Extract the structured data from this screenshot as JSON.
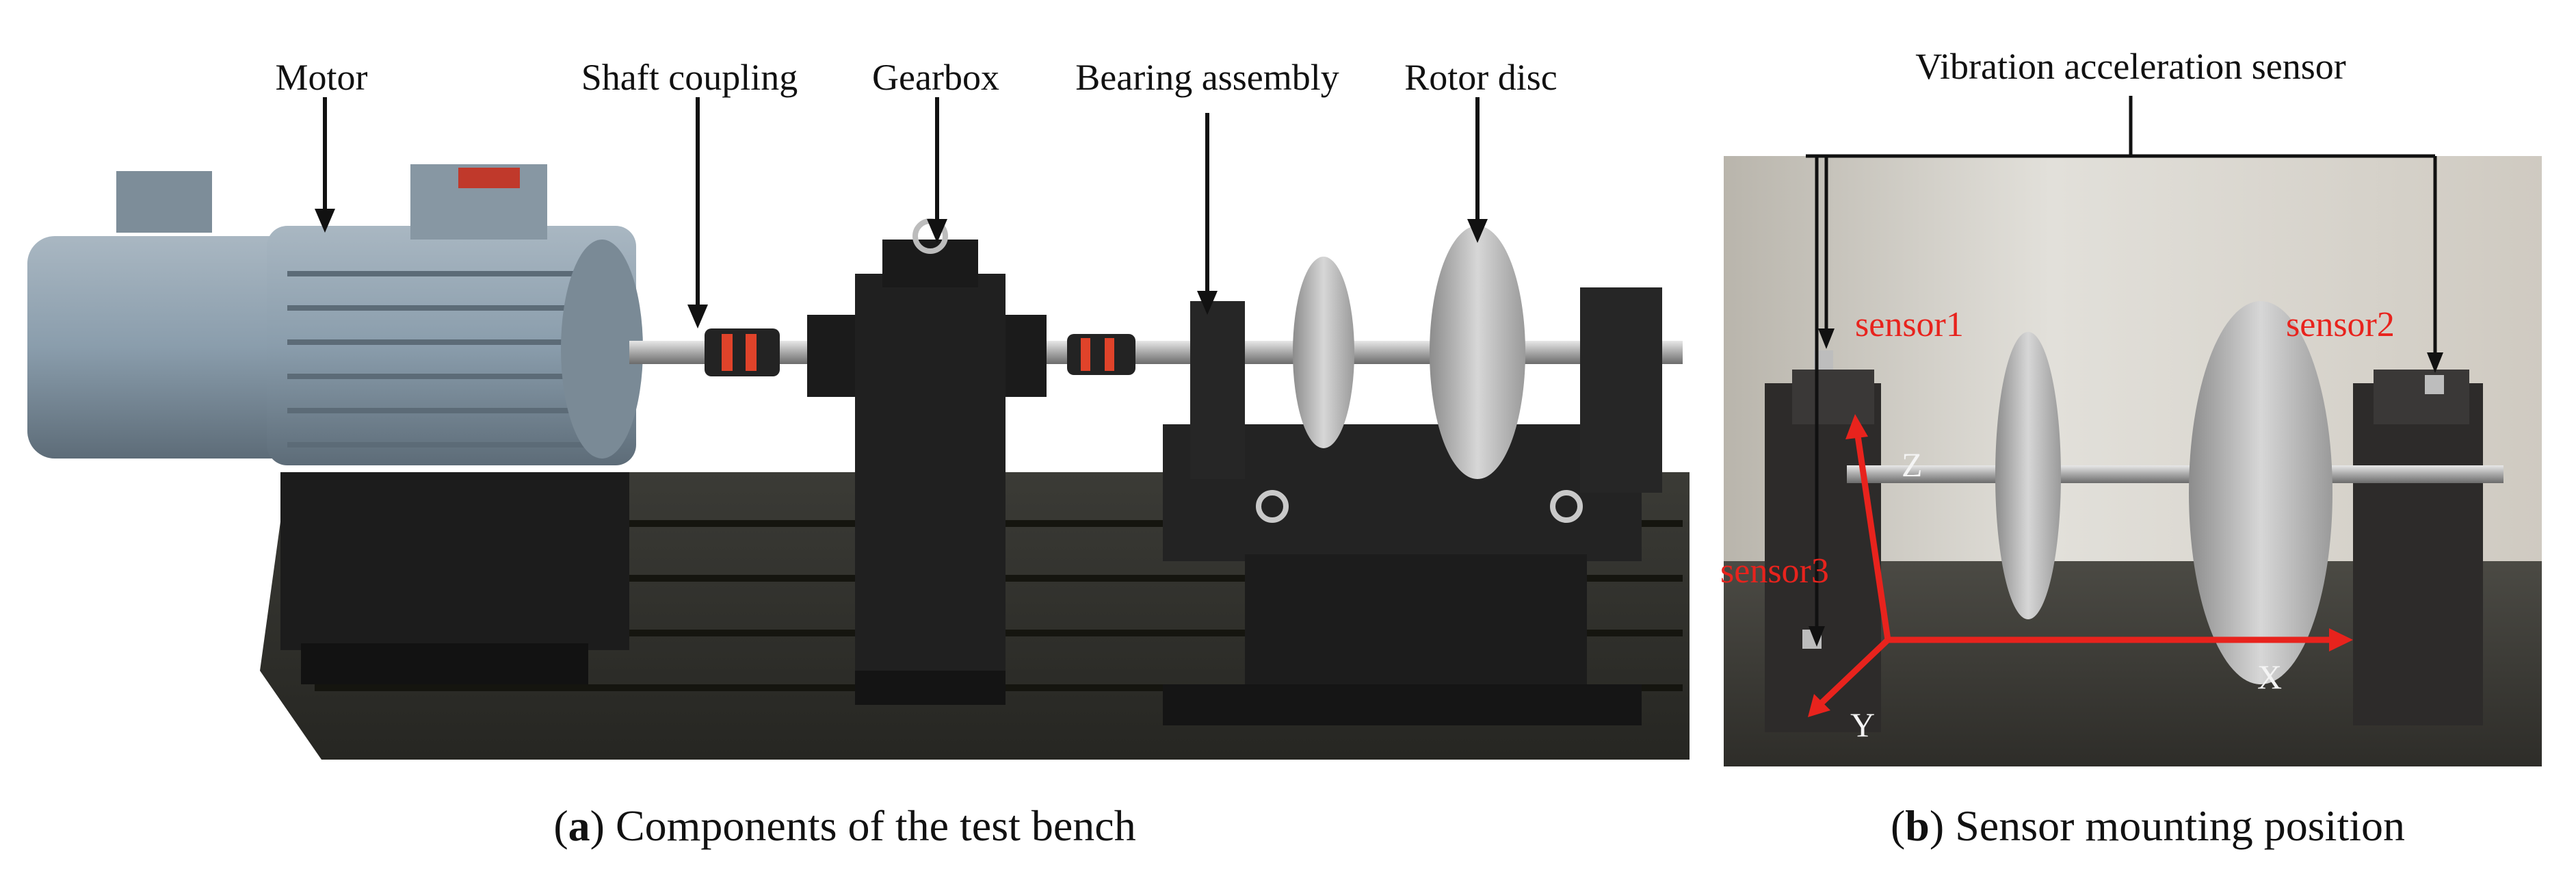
{
  "panel_a": {
    "labels": {
      "motor": "Motor",
      "shaft_coupling": "Shaft coupling",
      "gearbox": "Gearbox",
      "bearing_assembly": "Bearing assembly",
      "rotor_disc": "Rotor disc"
    },
    "caption": {
      "letter": "a",
      "text": " Components of the test bench"
    }
  },
  "panel_b": {
    "sensor_title": "Vibration acceleration sensor",
    "sensors": {
      "sensor1": "sensor1",
      "sensor2": "sensor2",
      "sensor3": "sensor3"
    },
    "axes": {
      "x": "X",
      "y": "Y",
      "z": "Z"
    },
    "caption": {
      "letter": "b",
      "text": " Sensor mounting position"
    }
  },
  "colors": {
    "annotation_red": "#e8231d",
    "motor_blue": "#8a9dac",
    "machine_black": "#1e1e1e",
    "steel": "#c8c8c8"
  }
}
